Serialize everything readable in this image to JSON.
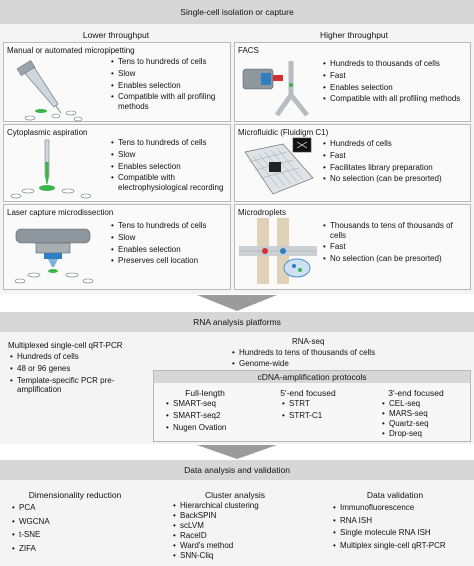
{
  "colors": {
    "band": "#d7d7d7",
    "panel": "#f4f4f4",
    "border": "#b9b9b9",
    "accent_green": "#3bb54a",
    "accent_blue": "#2d7fc1",
    "accent_red": "#d3302f"
  },
  "top": {
    "title": "Single-cell isolation or capture",
    "lower_header": "Lower throughput",
    "higher_header": "Higher throughput",
    "left_cells": [
      {
        "title": "Manual or automated micropipetting",
        "bullets": [
          "Tens to hundreds of cells",
          "Slow",
          "Enables selection",
          "Compatible with all profiling methods"
        ]
      },
      {
        "title": "Cytoplasmic aspiration",
        "bullets": [
          "Tens to hundreds of cells",
          "Slow",
          "Enables selection",
          "Compatible with electrophysiological recording"
        ]
      },
      {
        "title": "Laser capture microdissection",
        "bullets": [
          "Tens to hundreds of cells",
          "Slow",
          "Enables selection",
          "Preserves cell location"
        ]
      }
    ],
    "right_cells": [
      {
        "title": "FACS",
        "bullets": [
          "Hundreds to thousands of cells",
          "Fast",
          "Enables selection",
          "Compatible with all profiling methods"
        ]
      },
      {
        "title": "Microfluidic (Fluidigm C1)",
        "bullets": [
          "Hundreds of cells",
          "Fast",
          "Facilitates library preparation",
          "No selection (can be presorted)"
        ]
      },
      {
        "title": "Microdroplets",
        "bullets": [
          "Thousands to tens of thousands of cells",
          "Fast",
          "No selection (can be presorted)"
        ]
      }
    ]
  },
  "rna": {
    "title": "RNA analysis platforms",
    "qrt": {
      "title": "Multiplexed single-cell qRT-PCR",
      "bullets": [
        "Hundreds of cells",
        "48 or 96 genes",
        "Template-specific PCR pre-amplification"
      ]
    },
    "seq": {
      "title": "RNA-seq",
      "bullets": [
        "Hundreds to tens of thousands of cells",
        "Genome-wide"
      ]
    },
    "cdna": {
      "title": "cDNA-amplification protocols",
      "cols": [
        {
          "title": "Full-length",
          "bullets": [
            "SMART-seq",
            "SMART-seq2",
            "Nugen Ovation"
          ]
        },
        {
          "title": "5′-end focused",
          "bullets": [
            "STRT",
            "STRT-C1"
          ]
        },
        {
          "title": "3′-end focused",
          "bullets": [
            "CEL-seq",
            "MARS-seq",
            "Quartz-seq",
            "Drop-seq"
          ]
        }
      ]
    }
  },
  "analysis": {
    "title": "Data analysis and validation",
    "cols": [
      {
        "title": "Dimensionality reduction",
        "bullets": [
          "PCA",
          "WGCNA",
          "t-SNE",
          "ZIFA"
        ]
      },
      {
        "title": "Cluster analysis",
        "bullets": [
          "Hierarchical clustering",
          "BackSPIN",
          "scLVM",
          "RaceID",
          "Ward's method",
          "SNN-Cliq"
        ]
      },
      {
        "title": "Data validation",
        "bullets": [
          "Immunofluorescence",
          "RNA ISH",
          "Single molecule RNA ISH",
          "Multiplex single-cell qRT-PCR"
        ]
      }
    ]
  }
}
